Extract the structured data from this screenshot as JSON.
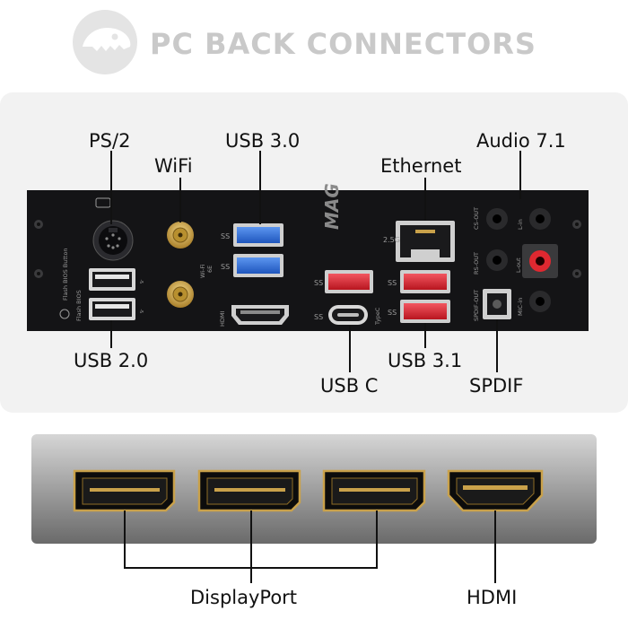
{
  "header": {
    "title": "PC BACK CONNECTORS",
    "logo_icon": "dinosaur-skull-logo-icon"
  },
  "top_panel": {
    "labels": {
      "ps2": "PS/2",
      "wifi": "WiFi",
      "usb30": "USB 3.0",
      "ethernet": "Ethernet",
      "audio": "Audio 7.1",
      "usb20": "USB 2.0",
      "usbc": "USB C",
      "usb31": "USB 3.1",
      "spdif": "SPDIF"
    },
    "printed": {
      "brand": "MAG",
      "wifi_mark": "Wi-Fi",
      "wifi_mark2": "6E",
      "lan_speed": "2.5G",
      "flash_button": "Flash BIOS Button",
      "flash_port": "Flash BIOS",
      "hdmi_mark": "HDMI",
      "typec_mark": "TypeC",
      "cs_out": "CS-OUT",
      "rs_out": "RS-OUT",
      "spdif_out": "SPDIF-OUT",
      "line_in": "L-in",
      "line_out": "L-out",
      "mic_in": "MIC-in"
    }
  },
  "bottom_panel": {
    "labels": {
      "displayport": "DisplayPort",
      "hdmi": "HDMI"
    }
  },
  "colors": {
    "board": "#141416",
    "usb3_blue": "#2f6fd8",
    "usb31_red": "#d92b35",
    "line_out_red": "#e02830",
    "gold": "#c9a14a",
    "panel_bg": "#f2f2f2",
    "gpu_gradient_top": "#cfcfcf",
    "gpu_gradient_bottom": "#6e6e6e"
  }
}
